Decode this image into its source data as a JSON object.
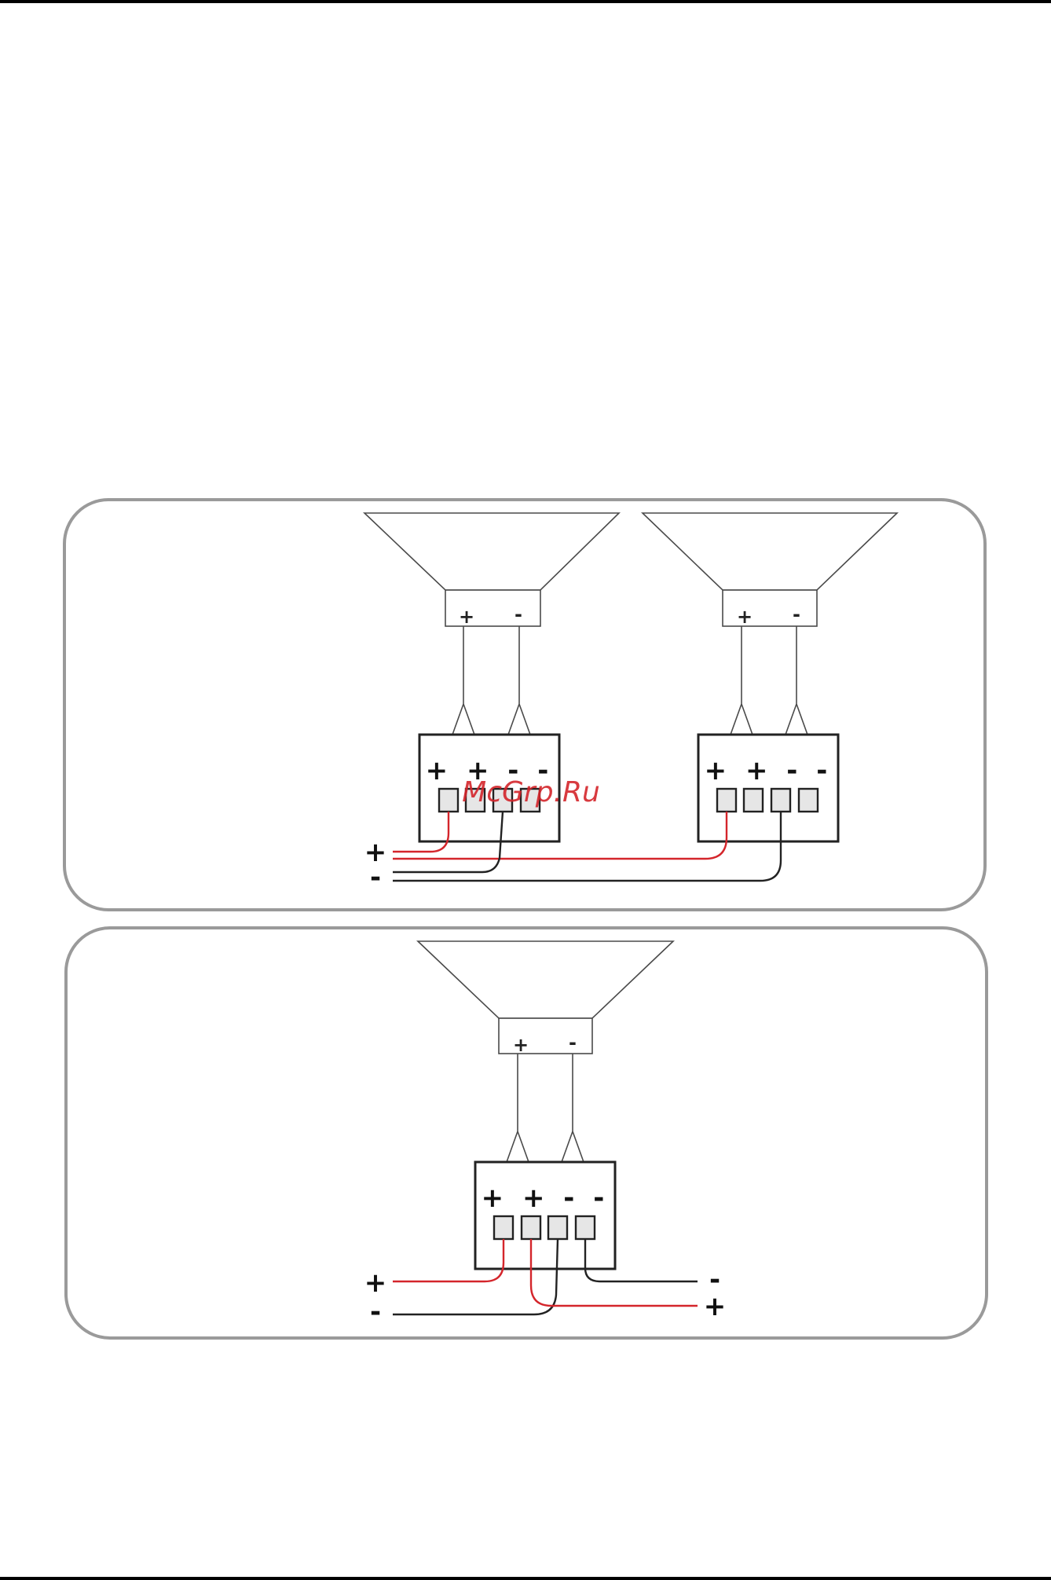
{
  "watermark": "McGrp.Ru",
  "speaker_labels": {
    "plus": "+",
    "minus": "-"
  },
  "terminal_labels": "+ + - -",
  "wire_labels": {
    "plus": "+",
    "minus": "-"
  },
  "colors": {
    "positive_wire": "#d4252b",
    "negative_wire": "#222222",
    "panel_border": "#9a9a9a"
  },
  "diagram_top": {
    "speakers": 2,
    "description_visible": false
  },
  "diagram_bottom": {
    "speakers": 1
  }
}
